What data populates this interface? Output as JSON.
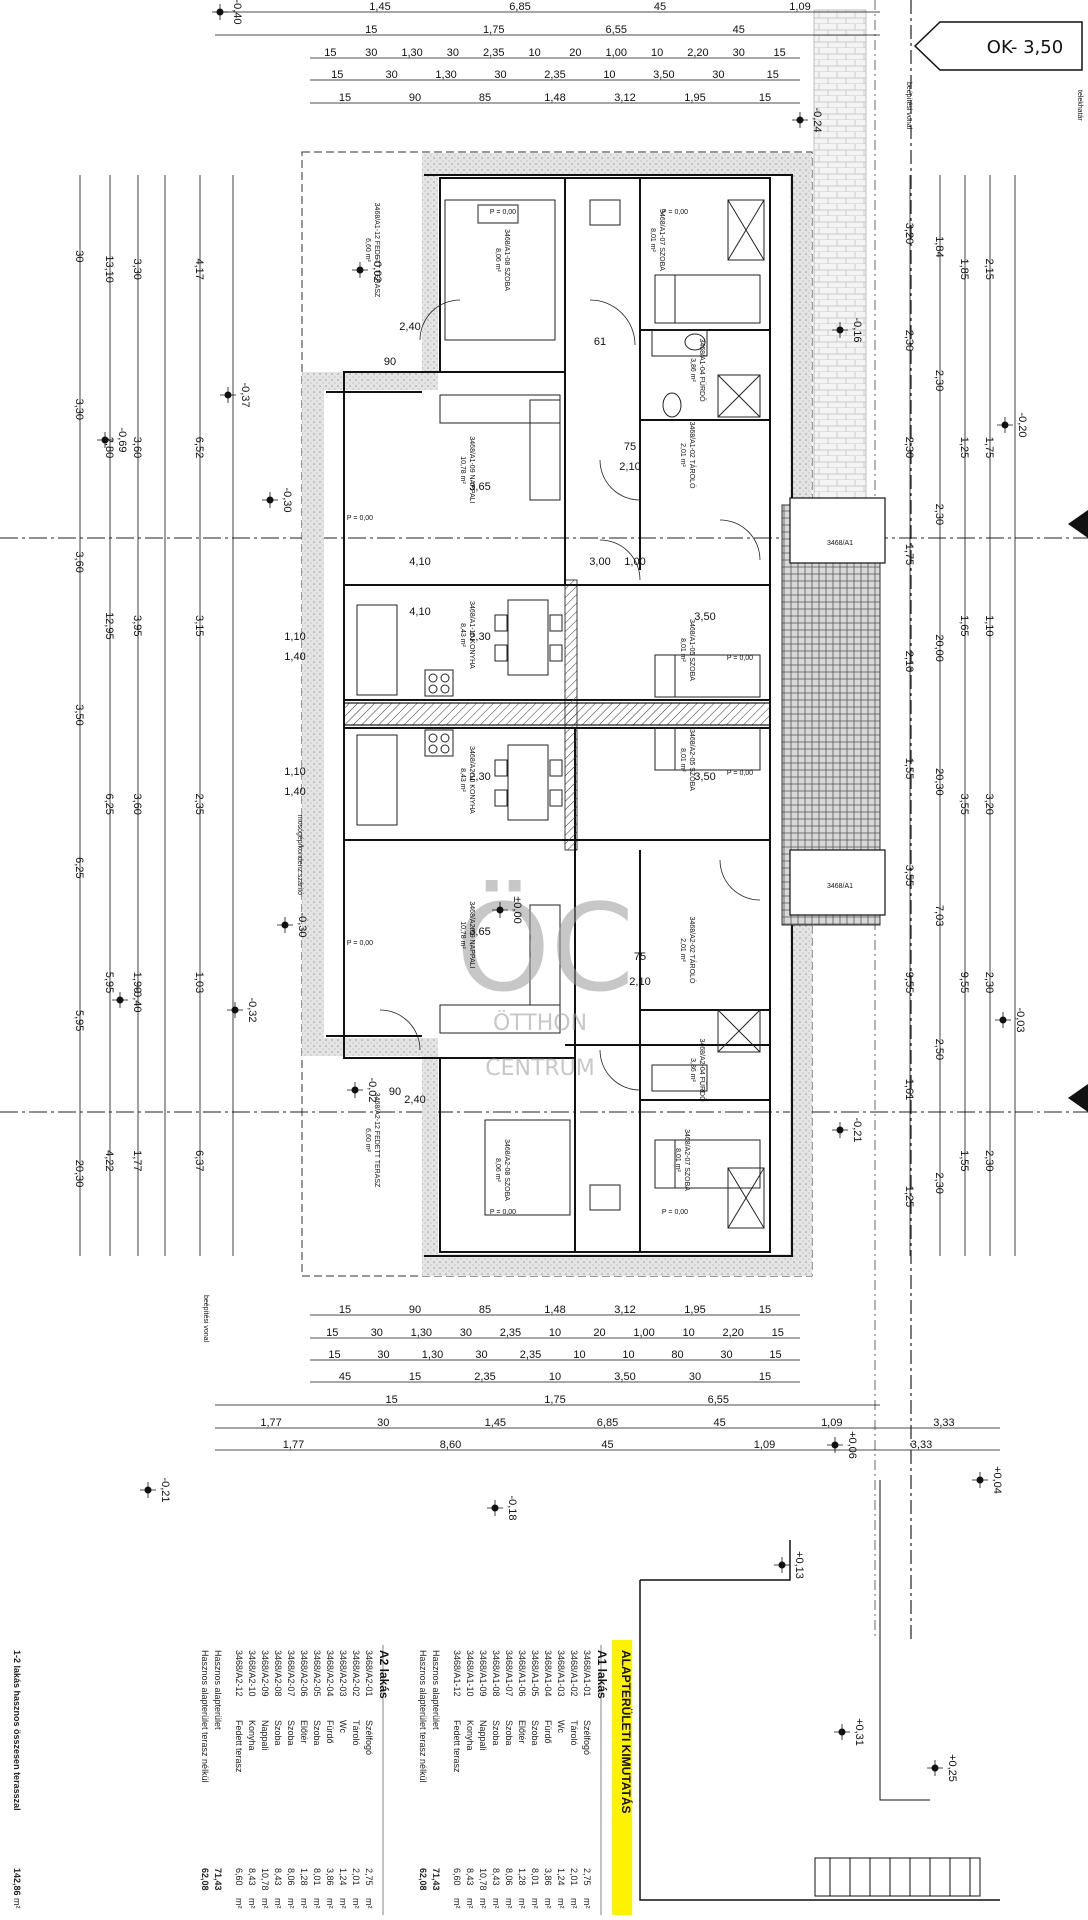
{
  "ok_badge": "OK- 3,50",
  "vertical_notes": {
    "building_line": "beépítési vonal",
    "property_line": "telekhatár"
  },
  "top_dims": {
    "row1": [
      "1,45",
      "6,85",
      "45",
      "1,09"
    ],
    "row2": [
      "15",
      "1,75",
      "6,55",
      "45"
    ],
    "row3": [
      "15",
      "30",
      "1,30",
      "30",
      "2,35",
      "10",
      "20",
      "1,00",
      "10",
      "2,20",
      "30",
      "15"
    ],
    "row4": [
      "15",
      "30",
      "1,30",
      "30",
      "2,35",
      "10",
      "3,50",
      "30",
      "15"
    ],
    "row5": [
      "15",
      "90",
      "85",
      "1,48",
      "3,12",
      "1,95",
      "15"
    ]
  },
  "bottom_dims": {
    "row1": [
      "15",
      "90",
      "85",
      "1,48",
      "3,12",
      "1,95",
      "15"
    ],
    "row2": [
      "15",
      "30",
      "1,30",
      "30",
      "2,35",
      "10",
      "20",
      "1,00",
      "10",
      "2,20",
      "15"
    ],
    "row3": [
      "15",
      "30",
      "1,30",
      "30",
      "2,35",
      "10",
      "10",
      "80",
      "30",
      "15"
    ],
    "row4": [
      "45",
      "15",
      "2,35",
      "10",
      "3,50",
      "30",
      "15"
    ],
    "row5": [
      "15",
      "1,75",
      "6,55"
    ],
    "row6": [
      "1,77",
      "30",
      "1,45",
      "6,85",
      "45",
      "1,09",
      "3,33"
    ],
    "row7": [
      "1,77",
      "8,60",
      "45",
      "1,09",
      "3,33"
    ]
  },
  "left_dims": [
    "30",
    "3,30",
    "3,60",
    "3,50",
    "6,25",
    "5,95",
    "20,30",
    "13,10",
    "2,80",
    "12,95",
    "6,25",
    "5,95",
    "4,22",
    "3,30",
    "3,60",
    "3,95",
    "3,60",
    "1,90",
    "1,77",
    "4,17",
    "6,52",
    "3,15",
    "2,35",
    "1,03",
    "6,37"
  ],
  "right_dims": [
    "3,20",
    "2,30",
    "2,30",
    "1,75",
    "2,10",
    "1,55",
    "3,55",
    "9,55",
    "1,61",
    "1,25",
    "1,84",
    "2,30",
    "2,30",
    "20,00",
    "20,30",
    "7,03",
    "2,50",
    "2,30",
    "1,85",
    "1,25",
    "1,65",
    "3,55",
    "9,55",
    "1,55",
    "2,15",
    "1,75",
    "1,10",
    "3,20",
    "2,30",
    "2,30"
  ],
  "levels": [
    "-0,40",
    "-0,24",
    "-0,02",
    "-0,37",
    "-0,69",
    "-0,30",
    "-0,16",
    "-0,20",
    "-0,02",
    "-0,30",
    "-0,32",
    "-0,40",
    "-0,21",
    "-0,21",
    "-0,18",
    "+0,06",
    "+0,04",
    "+0,13",
    "+0,31",
    "+0,25",
    "-0,03",
    "±0,00"
  ],
  "rooms": [
    {
      "label": "3468/A1-08 SZOBA",
      "area": "8,06 m²"
    },
    {
      "label": "3468/A1-07 SZOBA",
      "area": "8,01 m²"
    },
    {
      "label": "3468/A1-04 FÜRDŐ",
      "area": "3,86 m²"
    },
    {
      "label": "3468/A1-02 TÁROLÓ",
      "area": "2,01 m²"
    },
    {
      "label": "3468/A1-09 NAPPALI",
      "area": "10,78 m²"
    },
    {
      "label": "3468/A1-10 KONYHA",
      "area": "8,43 m²"
    },
    {
      "label": "3468/A1-05 SZOBA",
      "area": "8,01 m²"
    },
    {
      "label": "3468/A2-05 SZOBA",
      "area": "8,01 m²"
    },
    {
      "label": "3468/A2-10 KONYHA",
      "area": "8,43 m²"
    },
    {
      "label": "3468/A2-09 NAPPALI",
      "area": "10,78 m²"
    },
    {
      "label": "3468/A2-02 TÁROLÓ",
      "area": "2,01 m²"
    },
    {
      "label": "3468/A2-04 FÜRDŐ",
      "area": "3,86 m²"
    },
    {
      "label": "3468/A2-08 SZOBA",
      "area": "8,06 m²"
    },
    {
      "label": "3468/A2-07 SZOBA",
      "area": "8,01 m²"
    },
    {
      "label": "3468/A1-12 FEDETT TERASZ",
      "area": "6,60 m²"
    },
    {
      "label": "3468/A2-12 FEDETT TERASZ",
      "area": "6,60 m²"
    }
  ],
  "floor_marks": [
    "P = 0,00",
    "P = 0,00",
    "P = 0,00",
    "P = 0,00",
    "P = 0,00",
    "P = 0,00",
    "P = 0,00",
    "P = 0,00"
  ],
  "misc_labels": {
    "wardrobe": "mosógép/kondenz.szárító",
    "stair_label": "3468/A1",
    "stair_label2": "3468/A1",
    "interior_dims": [
      "4,10",
      "4,10",
      "3,65",
      "3,65",
      "2,40",
      "2,40",
      "2,30",
      "2,30",
      "3,50",
      "3,50",
      "3,00",
      "1,00",
      "1,10",
      "1,40",
      "1,10",
      "1,40",
      "2,10",
      "2,10",
      "75",
      "75",
      "90",
      "90",
      "61"
    ]
  },
  "watermark": {
    "monogram": "ÖC",
    "line1": "ÖTTHON",
    "line2": "CENTRUM"
  },
  "table": {
    "title": "ALAPTERÜLETI KIMUTATÁS",
    "a1_header": "A1 lakás",
    "a1_rows": [
      {
        "code": "3468/A1-01",
        "name": "Szélfogó",
        "area": "2,75",
        "unit": "m²"
      },
      {
        "code": "3468/A1-02",
        "name": "Tároló",
        "area": "2,01",
        "unit": "m²"
      },
      {
        "code": "3468/A1-03",
        "name": "Wc",
        "area": "1,24",
        "unit": "m²"
      },
      {
        "code": "3468/A1-04",
        "name": "Fürdő",
        "area": "3,86",
        "unit": "m²"
      },
      {
        "code": "3468/A1-05",
        "name": "Szoba",
        "area": "8,01",
        "unit": "m²"
      },
      {
        "code": "3468/A1-06",
        "name": "Előtér",
        "area": "1,28",
        "unit": "m²"
      },
      {
        "code": "3468/A1-07",
        "name": "Szoba",
        "area": "8,06",
        "unit": "m²"
      },
      {
        "code": "3468/A1-08",
        "name": "Szoba",
        "area": "8,43",
        "unit": "m²"
      },
      {
        "code": "3468/A1-09",
        "name": "Nappali",
        "area": "10,78",
        "unit": "m²"
      },
      {
        "code": "3468/A1-10",
        "name": "Konyha",
        "area": "8,43",
        "unit": "m²"
      },
      {
        "code": "3468/A1-12",
        "name": "Fedett terasz",
        "area": "6,60",
        "unit": "m²"
      }
    ],
    "a1_total_label": "Hasznos alapterület",
    "a1_total": "71,43",
    "a1_total2_label": "Hasznos alapterület terasz nélkül",
    "a1_total2": "62,08",
    "a2_header": "A2 lakás",
    "a2_rows": [
      {
        "code": "3468/A2-01",
        "name": "Szélfogó",
        "area": "2,75",
        "unit": "m²"
      },
      {
        "code": "3468/A2-02",
        "name": "Tároló",
        "area": "2,01",
        "unit": "m²"
      },
      {
        "code": "3468/A2-03",
        "name": "Wc",
        "area": "1,24",
        "unit": "m²"
      },
      {
        "code": "3468/A2-04",
        "name": "Fürdő",
        "area": "3,86",
        "unit": "m²"
      },
      {
        "code": "3468/A2-05",
        "name": "Szoba",
        "area": "8,01",
        "unit": "m²"
      },
      {
        "code": "3468/A2-06",
        "name": "Előtér",
        "area": "1,28",
        "unit": "m²"
      },
      {
        "code": "3468/A2-07",
        "name": "Szoba",
        "area": "8,06",
        "unit": "m²"
      },
      {
        "code": "3468/A2-08",
        "name": "Szoba",
        "area": "8,43",
        "unit": "m²"
      },
      {
        "code": "3468/A2-09",
        "name": "Nappali",
        "area": "10,78",
        "unit": "m²"
      },
      {
        "code": "3468/A2-10",
        "name": "Konyha",
        "area": "8,43",
        "unit": "m²"
      },
      {
        "code": "3468/A2-12",
        "name": "Fedett terasz",
        "area": "6,60",
        "unit": "m²"
      }
    ],
    "a2_total_label": "Hasznos alapterület",
    "a2_total": "71,43",
    "a2_total2_label": "Hasznos alapterület terasz nélkül",
    "a2_total2": "62,08",
    "grand_label": "1-2 lakás hasznos összesen terasszal",
    "grand_total": "142,86",
    "grand_unit": "m²"
  }
}
